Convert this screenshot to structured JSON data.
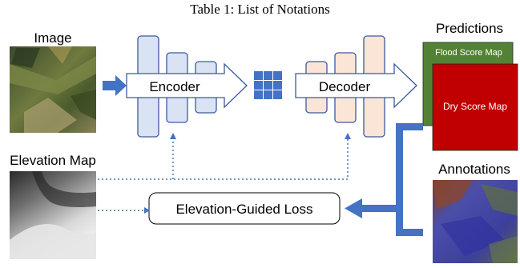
{
  "caption": "Table 1: List of Notations",
  "labels": {
    "image": "Image",
    "elevation_map": "Elevation Map",
    "predictions": "Predictions",
    "annotations": "Annotations"
  },
  "blocks": {
    "encoder": "Encoder",
    "decoder": "Decoder",
    "loss": "Elevation-Guided Loss"
  },
  "score_maps": {
    "flood": "Flood Score Map",
    "dry": "Dry Score Map"
  },
  "colors": {
    "encoder_layer": "#dae3f3",
    "decoder_layer": "#fbe5d6",
    "latent": "#4472c4",
    "arrow": "#4472c4",
    "flood_map": "#548235",
    "dry_map": "#c00000",
    "outline": "#3b5a9a"
  }
}
